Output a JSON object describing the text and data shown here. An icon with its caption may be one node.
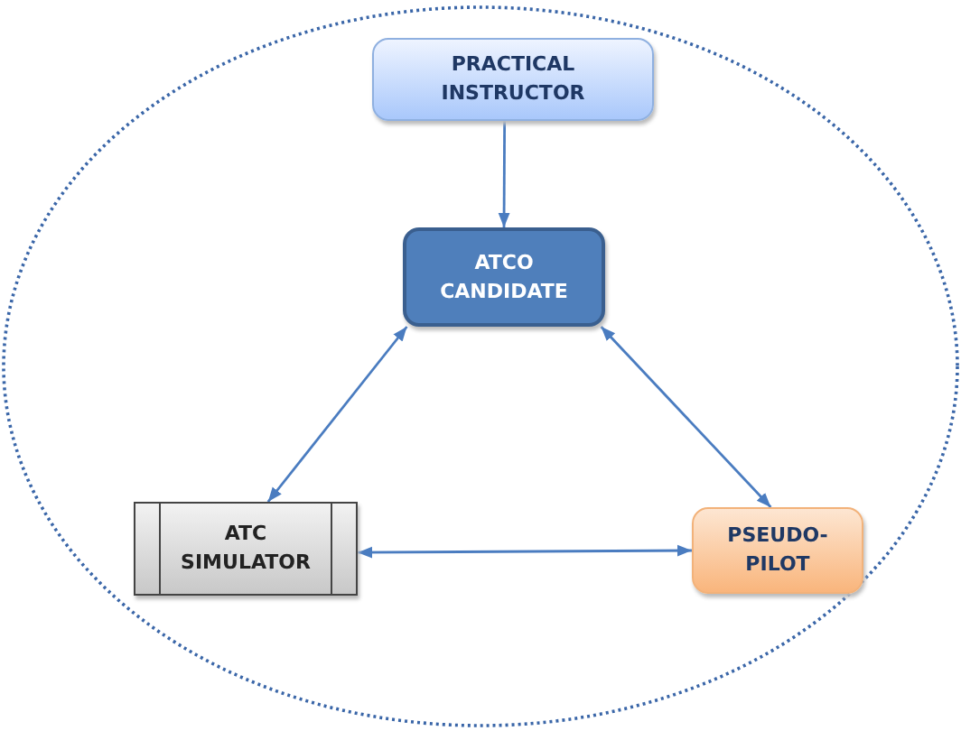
{
  "diagram": {
    "nodes": [
      {
        "text": [
          "PRACTICAL INSTRUCTOR"
        ]
      },
      {
        "text": [
          "ATCO CANDIDATE"
        ]
      },
      {
        "text": [
          "ATC SIMULATOR"
        ]
      },
      {
        "text": [
          "PSEUDO-PILOT"
        ]
      }
    ],
    "edges": [
      {
        "from": 0,
        "to": 1,
        "arrow": "to"
      },
      {
        "from": 1,
        "to": 2,
        "arrow": "both"
      },
      {
        "from": 1,
        "to": 3,
        "arrow": "both"
      },
      {
        "from": 2,
        "to": 3,
        "arrow": "both"
      }
    ]
  }
}
